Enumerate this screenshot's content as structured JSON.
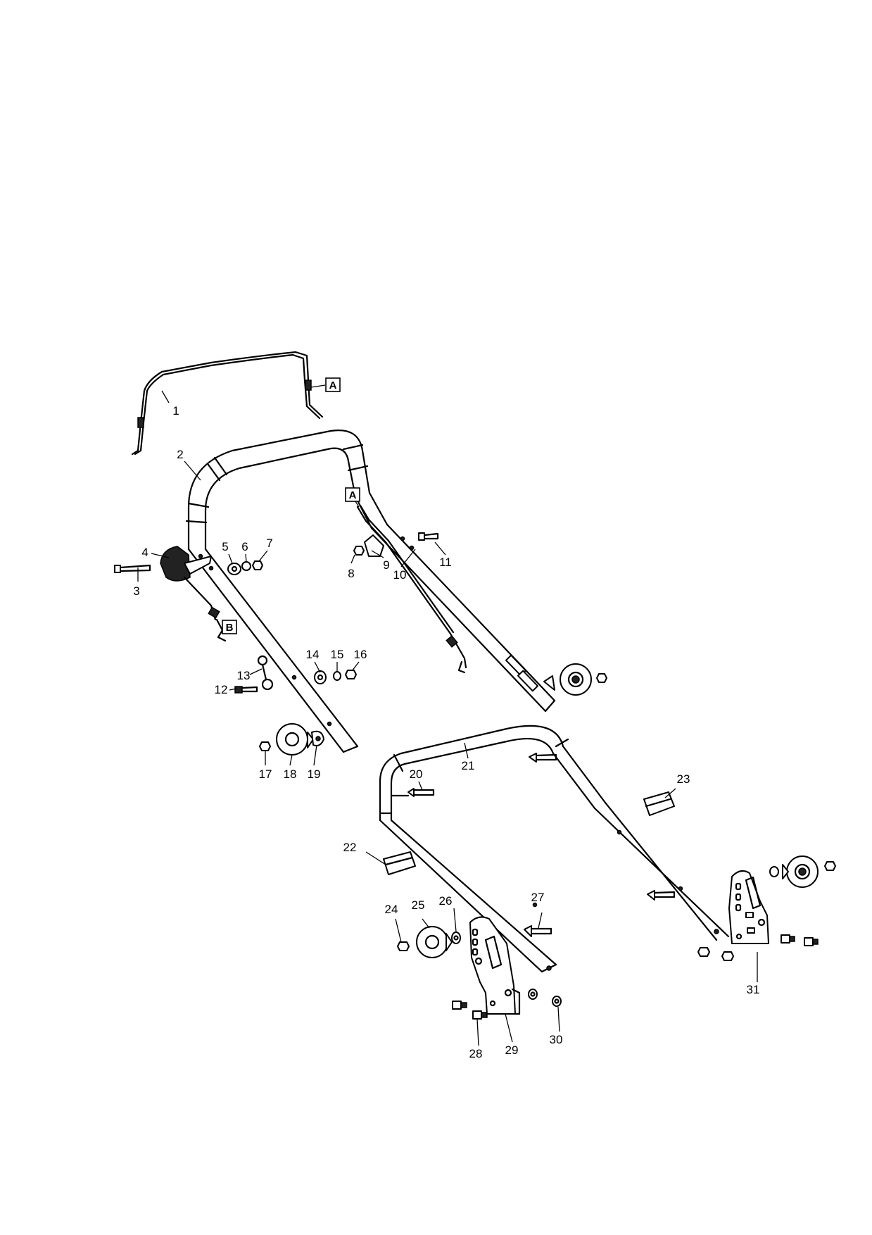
{
  "diagram": {
    "reference_letters": [
      "A",
      "A",
      "B"
    ],
    "callouts": [
      "1",
      "2",
      "3",
      "4",
      "5",
      "6",
      "7",
      "8",
      "9",
      "10",
      "11",
      "12",
      "13",
      "14",
      "15",
      "16",
      "17",
      "18",
      "19",
      "20",
      "21",
      "22",
      "23",
      "24",
      "25",
      "26",
      "27",
      "28",
      "29",
      "30",
      "31"
    ]
  }
}
